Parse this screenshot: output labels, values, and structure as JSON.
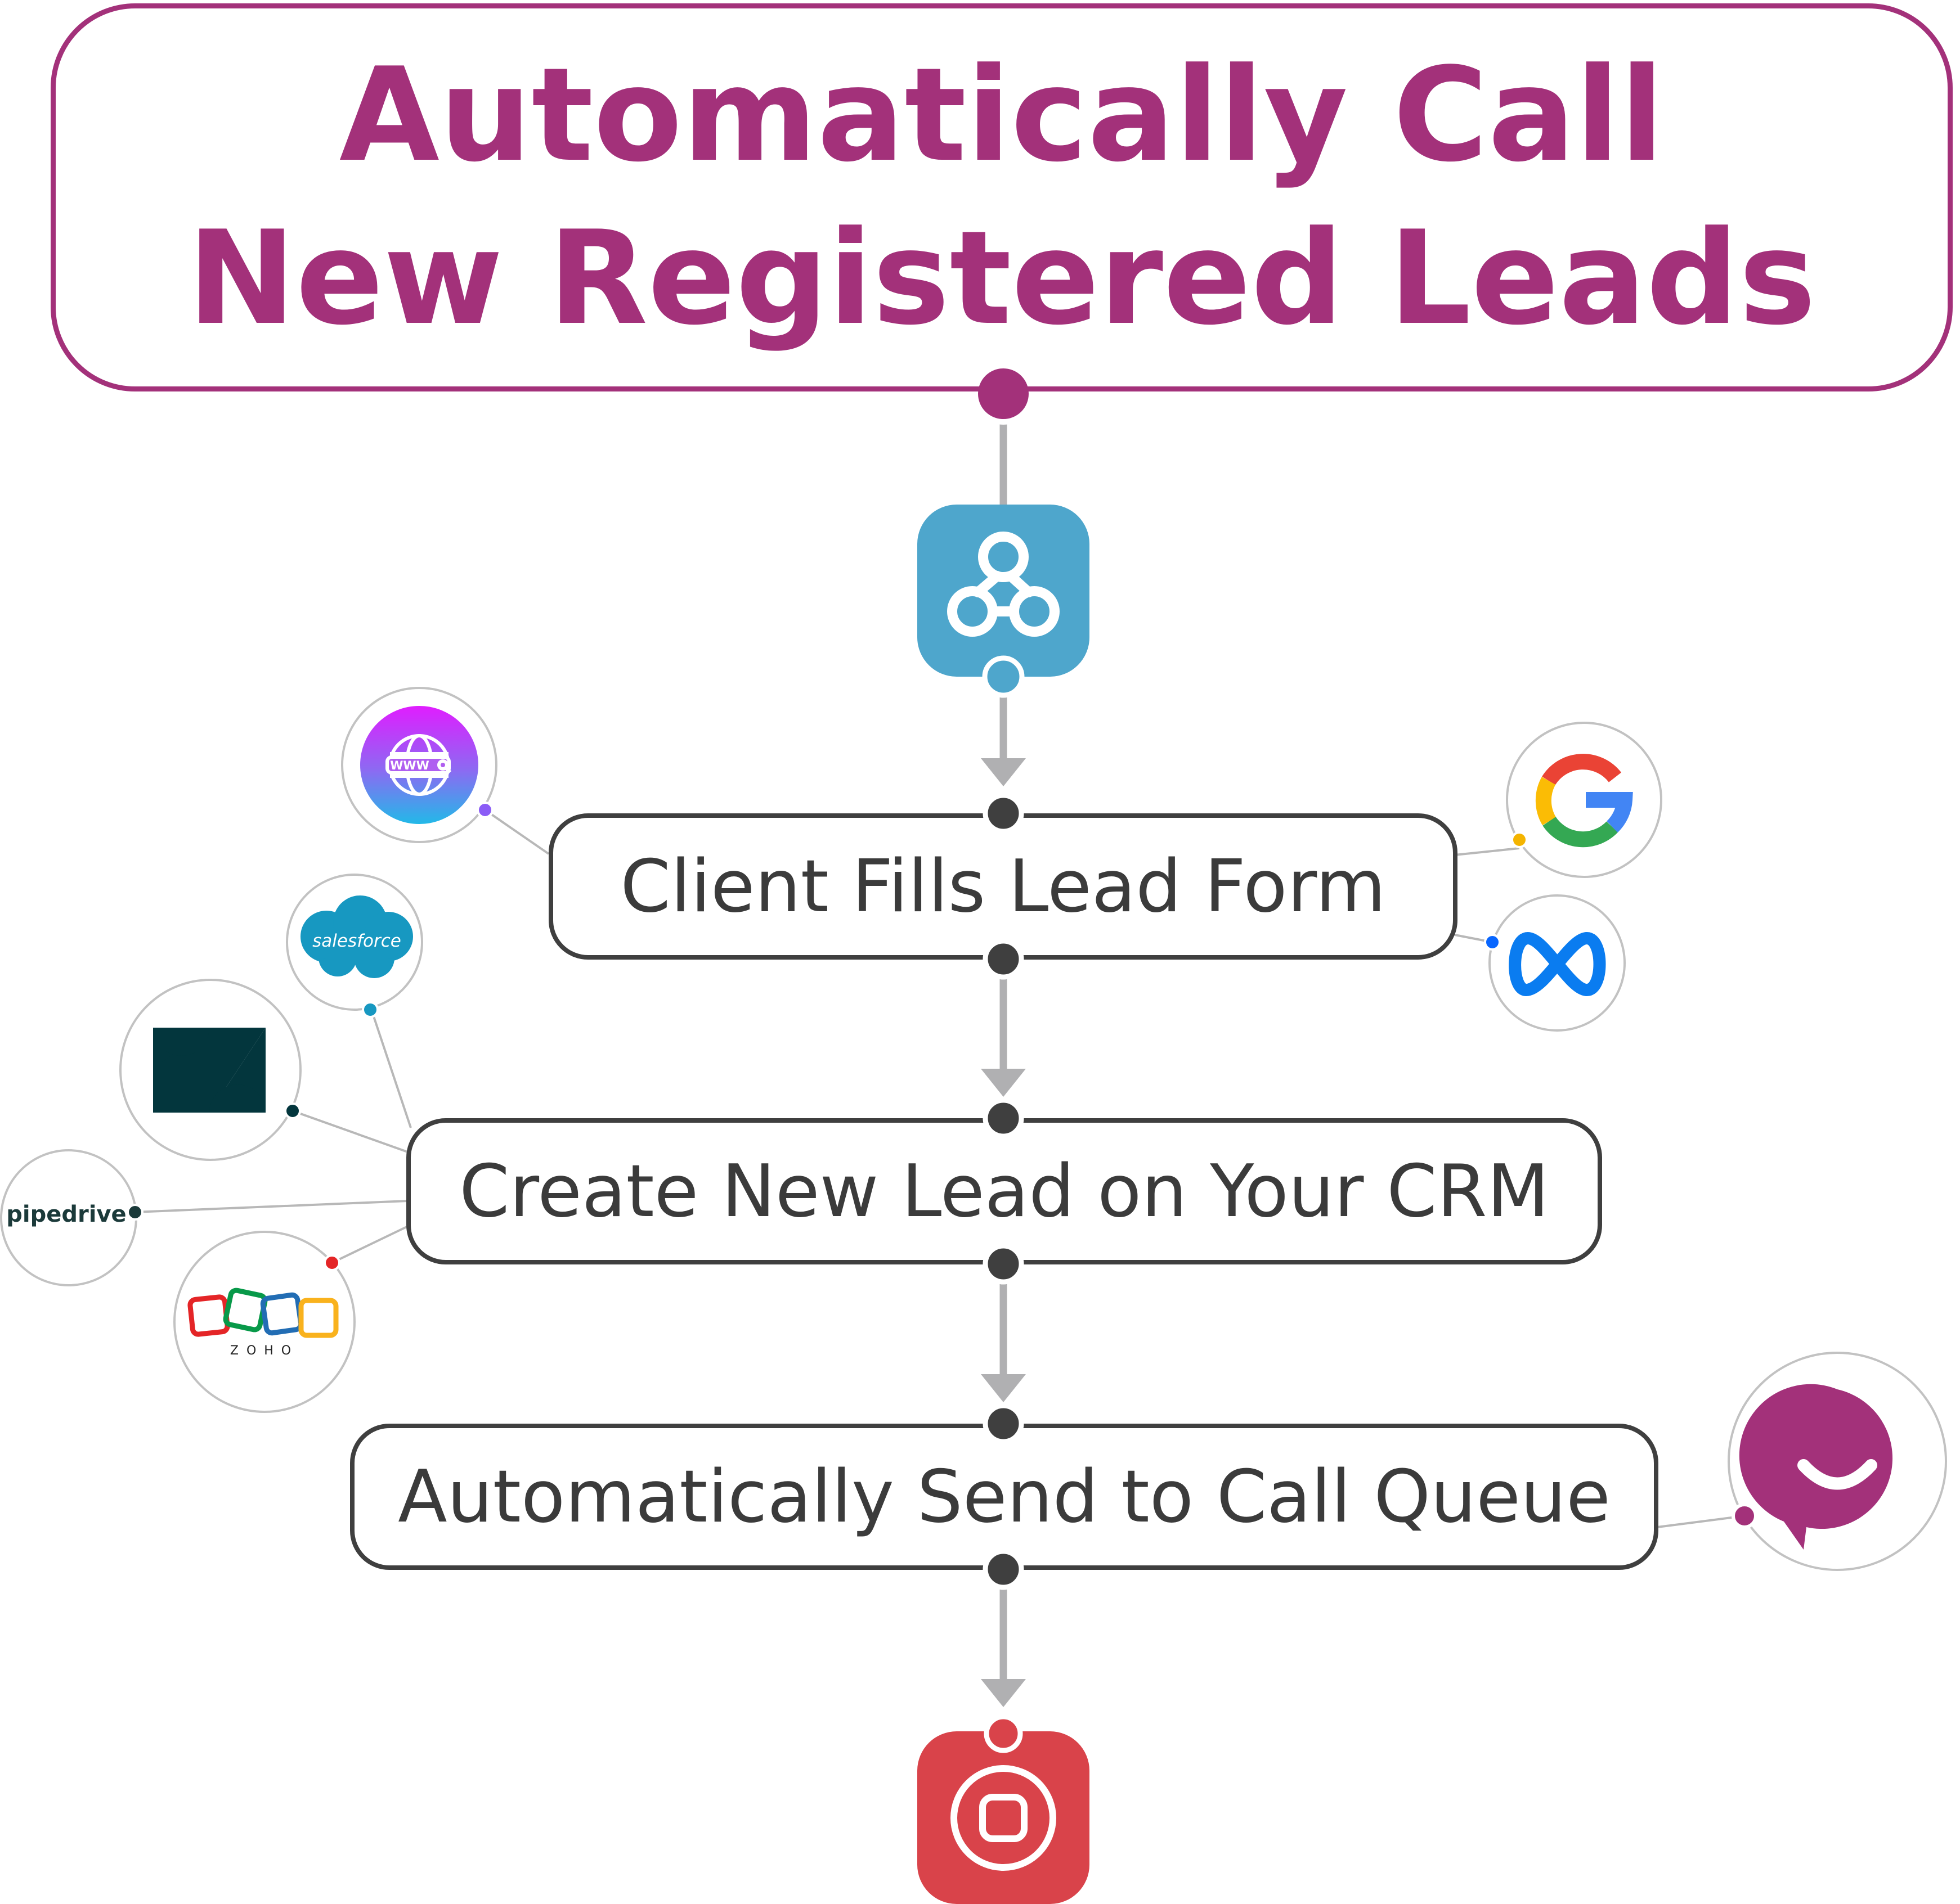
{
  "title": {
    "line1": "Automatically Call",
    "line2": "New Registered Leads"
  },
  "steps": [
    {
      "label": "Client Fills Lead Form"
    },
    {
      "label": "Create New Lead on Your CRM"
    },
    {
      "label": "Automatically Send to Call Queue"
    }
  ],
  "icons": {
    "trigger": "webhook-icon",
    "end": "stop-icon",
    "form_sources": [
      "website-icon",
      "google-icon",
      "meta-icon"
    ],
    "crm_targets": [
      "salesforce-icon",
      "zendesk-icon",
      "pipedrive-icon",
      "zoho-icon"
    ],
    "queue_target": "callbot-icon"
  },
  "logos": {
    "salesforce": "salesforce",
    "pipedrive": "pipedrive",
    "zoho": "ZOHO"
  },
  "colors": {
    "accent": "#a3317a",
    "node_dark": "#3f3f3f",
    "arrow": "#b0b0b2",
    "webhook_bg": "#4ea6cc",
    "stop_bg": "#d9434a"
  }
}
